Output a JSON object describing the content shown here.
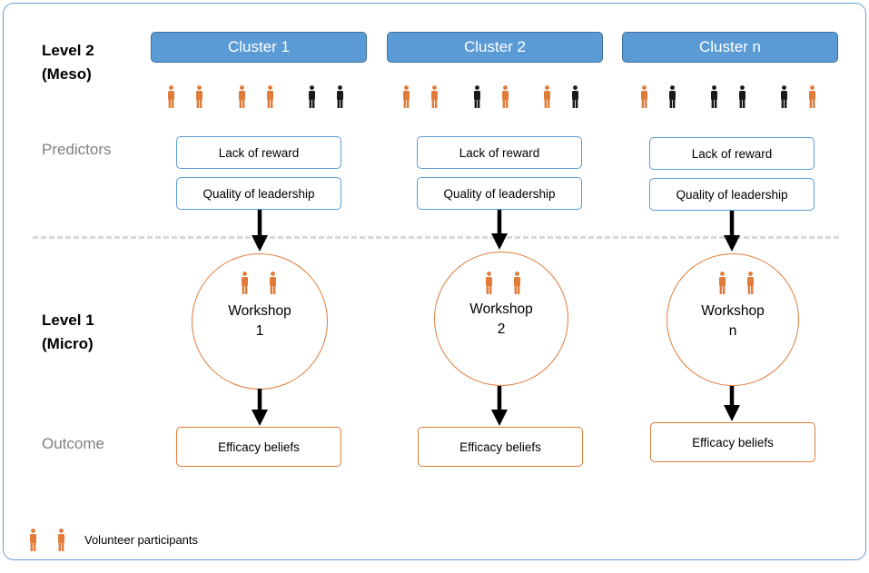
{
  "levels": {
    "meso_line1": "Level 2",
    "meso_line2": "(Meso)",
    "micro_line1": "Level 1",
    "micro_line2": "(Micro)"
  },
  "side_labels": {
    "predictors": "Predictors",
    "outcome": "Outcome"
  },
  "clusters": [
    {
      "label": "Cluster 1",
      "predictors": [
        "Lack of reward",
        "Quality of leadership"
      ],
      "workshop_line1": "Workshop",
      "workshop_line2": "1",
      "outcome": "Efficacy beliefs",
      "people": [
        "orange",
        "orange",
        "orange",
        "orange",
        "black",
        "black"
      ]
    },
    {
      "label": "Cluster 2",
      "predictors": [
        "Lack of reward",
        "Quality of leadership"
      ],
      "workshop_line1": "Workshop",
      "workshop_line2": "2",
      "outcome": "Efficacy beliefs",
      "people": [
        "orange",
        "orange",
        "black",
        "orange",
        "orange",
        "black"
      ]
    },
    {
      "label": "Cluster n",
      "predictors": [
        "Lack of reward",
        "Quality of leadership"
      ],
      "workshop_line1": "Workshop",
      "workshop_line2": "n",
      "outcome": "Efficacy beliefs",
      "people": [
        "orange",
        "black",
        "black",
        "black",
        "black",
        "orange"
      ]
    }
  ],
  "legend": {
    "label": "Volunteer participants"
  },
  "colors": {
    "cluster_fill": "#5b9bd5",
    "predictor_border": "#5b9bd5",
    "outcome_border": "#e07b39",
    "participant_orange": "#e07b39",
    "participant_black": "#1a1a1a"
  }
}
